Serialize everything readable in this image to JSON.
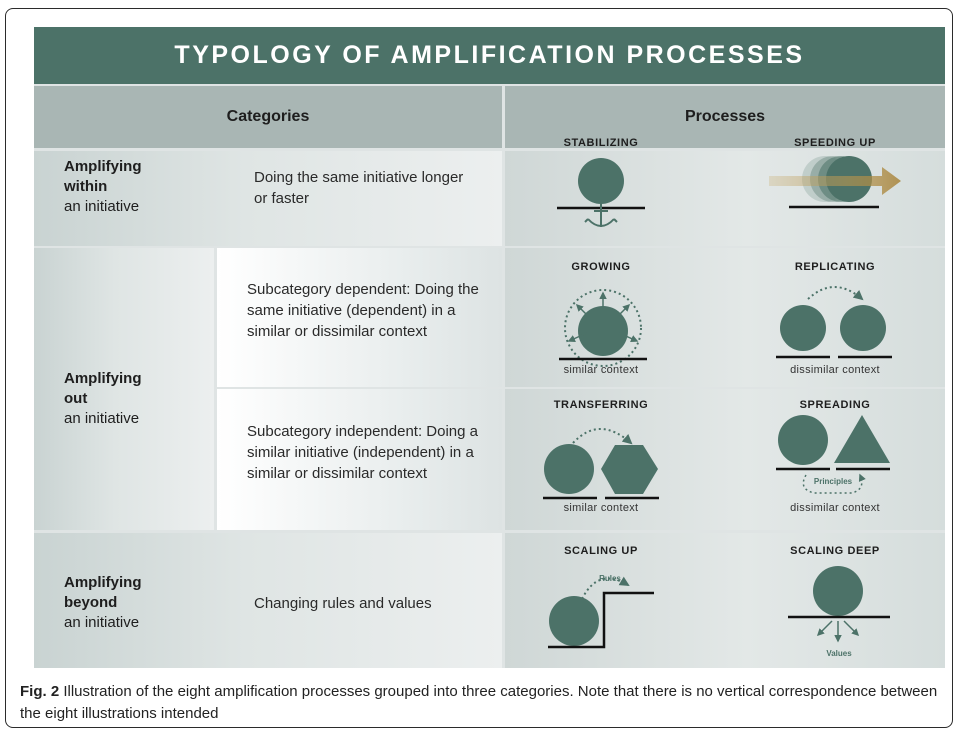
{
  "title": "TYPOLOGY OF AMPLIFICATION PROCESSES",
  "headers": {
    "categories": "Categories",
    "processes": "Processes"
  },
  "rows": [
    {
      "cat_bold": "Amplifying within",
      "cat_bold_1": "Amplifying",
      "cat_bold_2": "within",
      "cat_normal": "an initiative",
      "description": "Doing the same initiative longer or faster",
      "processes": [
        {
          "label": "STABILIZING"
        },
        {
          "label": "SPEEDING UP"
        }
      ]
    },
    {
      "cat_bold_1": "Amplifying",
      "cat_bold_2": "out",
      "cat_normal": "an initiative",
      "sub": [
        {
          "description": "Subcategory dependent: Doing the same initiative (dependent) in a similar or dissimilar context",
          "processes": [
            {
              "label": "GROWING",
              "context": "similar context"
            },
            {
              "label": "REPLICATING",
              "context": "dissimilar context"
            }
          ]
        },
        {
          "description": "Subcategory independent: Doing a similar initiative (independent) in a similar or dissimilar context",
          "processes": [
            {
              "label": "TRANSFERRING",
              "context": "similar context"
            },
            {
              "label": "SPREADING",
              "context": "dissimilar context",
              "note": "Principles"
            }
          ]
        }
      ]
    },
    {
      "cat_bold_1": "Amplifying",
      "cat_bold_2": "beyond",
      "cat_normal": "an initiative",
      "description": "Changing rules and values",
      "processes": [
        {
          "label": "SCALING UP",
          "note": "Rules"
        },
        {
          "label": "SCALING DEEP",
          "note": "Values"
        }
      ]
    }
  ],
  "caption": {
    "fig": "Fig. 2",
    "text": " Illustration of the eight amplification processes grouped into three categories. Note that there is no vertical correspondence between the eight illustrations intended"
  },
  "colors": {
    "teal": "#4c7268",
    "header": "#a9b6b4",
    "arrow_gold": "#a8843a"
  }
}
